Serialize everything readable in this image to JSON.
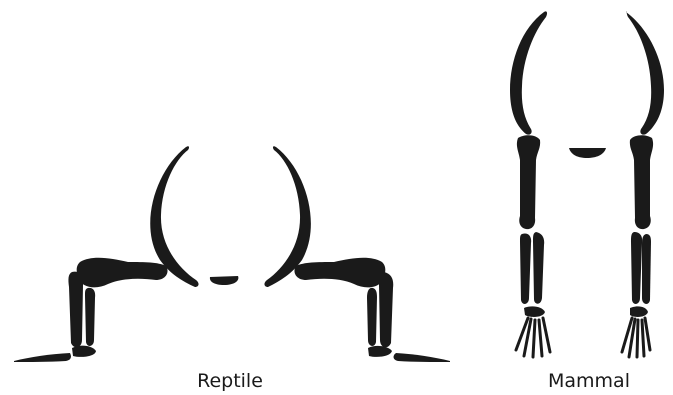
{
  "figure": {
    "panels": [
      {
        "id": "reptile",
        "label": "Reptile"
      },
      {
        "id": "mammal",
        "label": "Mammal"
      }
    ],
    "colors": {
      "bone": "#1a1a1a",
      "background": "#ffffff"
    }
  }
}
